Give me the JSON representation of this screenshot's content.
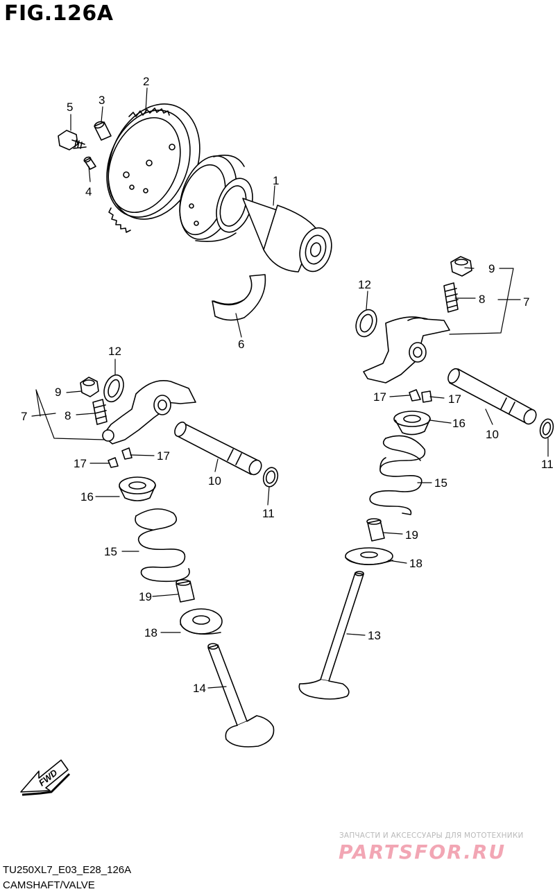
{
  "figure": {
    "title": "FIG.126A",
    "model_code": "TU250XL7_E03_E28_126A",
    "section_name": "CAMSHAFT/VALVE"
  },
  "fwd_label": "FWD",
  "watermark": {
    "tagline": "ЗАПЧАСТИ И АКСЕССУАРЫ ДЛЯ МОТОТЕХНИКИ",
    "logo": "PARTSFOR.RU"
  },
  "callouts": [
    "1",
    "2",
    "3",
    "4",
    "5",
    "6",
    "7",
    "8",
    "9",
    "10",
    "11",
    "12",
    "13",
    "14",
    "15",
    "16",
    "17",
    "18",
    "19"
  ],
  "parts": [
    {
      "ref": "1",
      "depicted": "camshaft with bearing"
    },
    {
      "ref": "2",
      "depicted": "camshaft sprocket"
    },
    {
      "ref": "3",
      "depicted": "pin"
    },
    {
      "ref": "4",
      "depicted": "pin"
    },
    {
      "ref": "5",
      "depicted": "bolt"
    },
    {
      "ref": "6",
      "depicted": "stopper plate"
    },
    {
      "ref": "7",
      "depicted": "rocker arm"
    },
    {
      "ref": "8",
      "depicted": "adjusting screw"
    },
    {
      "ref": "9",
      "depicted": "lock nut"
    },
    {
      "ref": "10",
      "depicted": "rocker arm shaft"
    },
    {
      "ref": "11",
      "depicted": "o-ring"
    },
    {
      "ref": "12",
      "depicted": "o-ring"
    },
    {
      "ref": "13",
      "depicted": "valve"
    },
    {
      "ref": "14",
      "depicted": "valve"
    },
    {
      "ref": "15",
      "depicted": "valve spring"
    },
    {
      "ref": "16",
      "depicted": "spring retainer"
    },
    {
      "ref": "17",
      "depicted": "cotter"
    },
    {
      "ref": "18",
      "depicted": "spring seat"
    },
    {
      "ref": "19",
      "depicted": "stem seal"
    }
  ]
}
